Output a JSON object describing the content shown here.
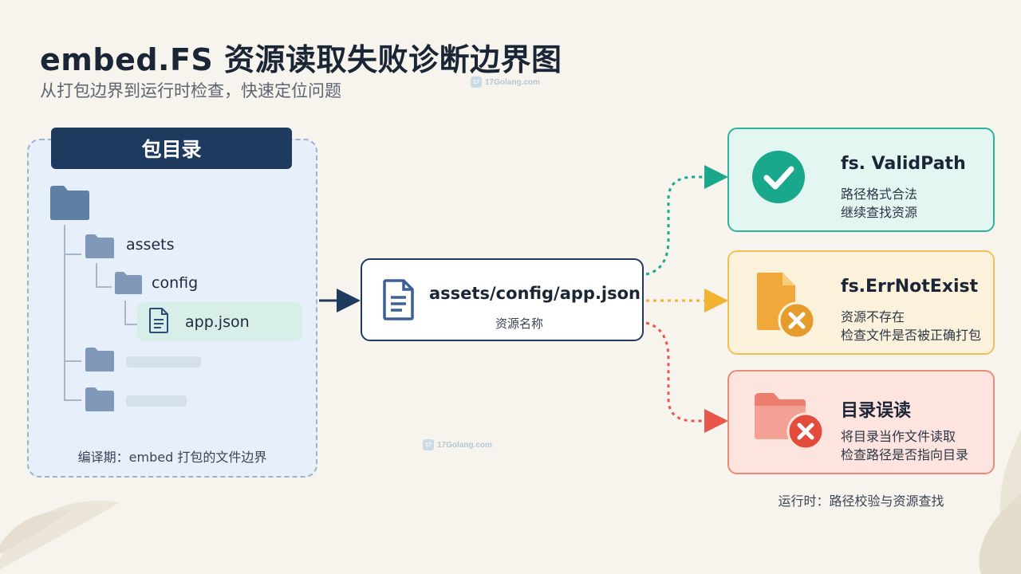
{
  "header": {
    "title": "embed.FS 资源读取失败诊断边界图",
    "subtitle": "从打包边界到运行时检查，快速定位问题"
  },
  "package": {
    "header": "包目录",
    "items": [
      "assets",
      "config",
      "app.json"
    ],
    "caption": "编译期：embed 打包的文件边界"
  },
  "center": {
    "path": "assets/config/app.json",
    "label": "资源名称"
  },
  "results": [
    {
      "title": "fs. ValidPath",
      "lines": [
        "路径格式合法",
        "继续查找资源"
      ],
      "color": "#1aa88c",
      "icon": "check-circle-icon"
    },
    {
      "title": "fs.ErrNotExist",
      "lines": [
        "资源不存在",
        "检查文件是否被正确打包"
      ],
      "color": "#f2b233",
      "icon": "missing-file-icon"
    },
    {
      "title": "目录误读",
      "lines": [
        "将目录当作文件读取",
        "检查路径是否指向目录"
      ],
      "color": "#e8584a",
      "icon": "folder-error-icon"
    }
  ],
  "runtime_caption": "运行时：路径校验与资源查找",
  "watermark": "17Golang.com",
  "colors": {
    "navy": "#1f3a5f",
    "teal": "#1aa88c",
    "amber": "#f2b233",
    "red": "#e8584a",
    "background": "#f7f4ee"
  }
}
